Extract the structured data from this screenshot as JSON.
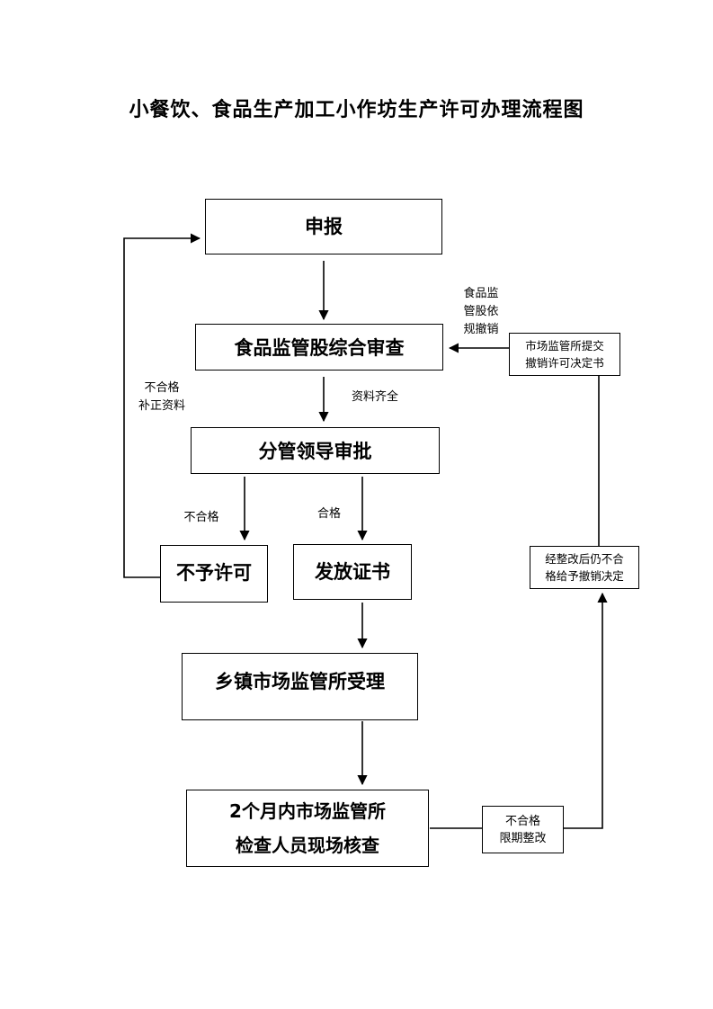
{
  "title": "小餐饮、食品生产加工小作坊生产许可办理流程图",
  "nodes": {
    "apply": "申报",
    "review": "食品监管股综合审查",
    "approve": "分管领导审批",
    "reject": "不予许可",
    "issue": "发放证书",
    "accept": "乡镇市场监管所受理",
    "inspect_line1": "2个月内市场监管所",
    "inspect_line2": "检查人员现场核查",
    "rectify_line1": "不合格",
    "rectify_line2": "限期整改",
    "revoke_decide_line1": "经整改后仍不合",
    "revoke_decide_line2": "格给予撤销决定",
    "submit_revoke_line1": "市场监管所提交",
    "submit_revoke_line2": "撤销许可决定书"
  },
  "labels": {
    "resubmit_line1": "不合格",
    "resubmit_line2": "补正资料",
    "complete": "资料齐全",
    "fail": "不合格",
    "pass": "合格",
    "revoke_line1": "食品监",
    "revoke_line2": "管股依",
    "revoke_line3": "规撤销"
  }
}
